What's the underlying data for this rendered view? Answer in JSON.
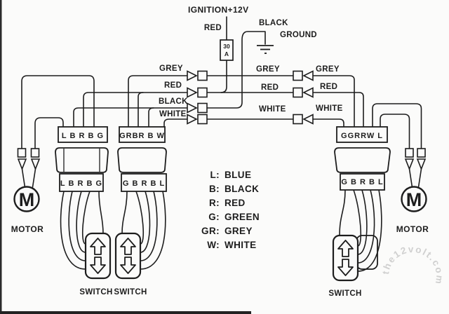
{
  "diagram": {
    "title_context": "power-window-wiring-diagram",
    "power": {
      "ignition_label": "IGNITION+12V",
      "red_feed_label": "RED",
      "fuse_amps_line1": "30",
      "fuse_amps_line2": "A",
      "black_label": "BLACK",
      "ground_label": "GROUND"
    },
    "bus_labels": {
      "left": [
        "GREY",
        "RED",
        "BLACK",
        "WHITE"
      ],
      "mid": [
        "GREY",
        "RED",
        "WHITE"
      ],
      "right": [
        "GREY",
        "RED",
        "WHITE"
      ]
    },
    "left_door": {
      "harness_connector": "L B R B G",
      "switch_connector": "L B R B G",
      "motor_letter": "M",
      "motor_label": "MOTOR",
      "switch_label": "SWITCH"
    },
    "center_door": {
      "harness_connector": "GRBR B W",
      "switch_connector": "G B R B L",
      "switch_label": "SWITCH"
    },
    "right_door": {
      "harness_connector": "GGRRW L",
      "switch_connector": "G B R B L",
      "motor_letter": "M",
      "motor_label": "MOTOR",
      "switch_label": "SWITCH"
    },
    "legend": {
      "items": [
        {
          "key": "L:",
          "value": "BLUE"
        },
        {
          "key": "B:",
          "value": "BLACK"
        },
        {
          "key": "R:",
          "value": "RED"
        },
        {
          "key": "G:",
          "value": "GREEN"
        },
        {
          "key": "GR:",
          "value": "GREY"
        },
        {
          "key": "W:",
          "value": "WHITE"
        }
      ]
    },
    "watermark": "the12volt.com",
    "colors": {
      "ink": "#1d1d1d",
      "paper": "#fbfbfa",
      "watermark": "#c9c9c9"
    }
  }
}
